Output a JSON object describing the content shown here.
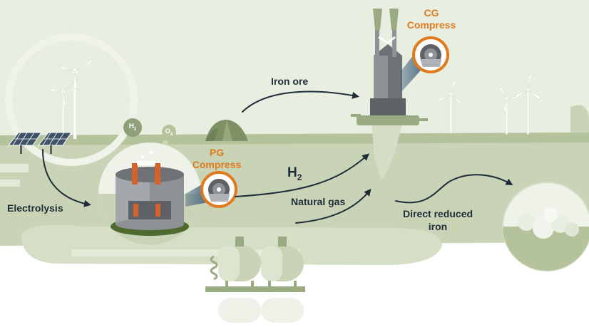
{
  "labels": {
    "electrolysis": "Electrolysis",
    "iron_ore": "Iron ore",
    "h2_main": "H",
    "h2_main_sub": "2",
    "natural_gas": "Natural gas",
    "direct_reduced_line1": "Direct reduced",
    "direct_reduced_line2": "iron",
    "pg_line1": "PG",
    "pg_line2": "Compress",
    "cg_line1": "CG",
    "cg_line2": "Compress",
    "h2_bubble": "H",
    "h2_bubble_sub": "2",
    "o2_bubble": "O",
    "o2_bubble_sub": "2"
  },
  "icons": {
    "compressor": "compressor-icon",
    "wind_turbine": "wind-turbine-icon",
    "solar_panel": "solar-panel-icon",
    "electrolyzer": "electrolyzer-icon",
    "shaft_furnace": "shaft-furnace-icon",
    "gas_tank": "gas-tank-icon",
    "ore_pile": "ore-pile-icon"
  },
  "colors": {
    "background": "#ffffff",
    "land_light": "#e6eddb",
    "land_mid": "#c8d4b4",
    "land_dark": "#a9ba91",
    "accent_orange": "#e07a1f",
    "arrow_dark": "#1f2d3a",
    "furnace_gray": "#8e9196",
    "furnace_dark": "#5e6166",
    "callout_blue": "#41607c"
  }
}
